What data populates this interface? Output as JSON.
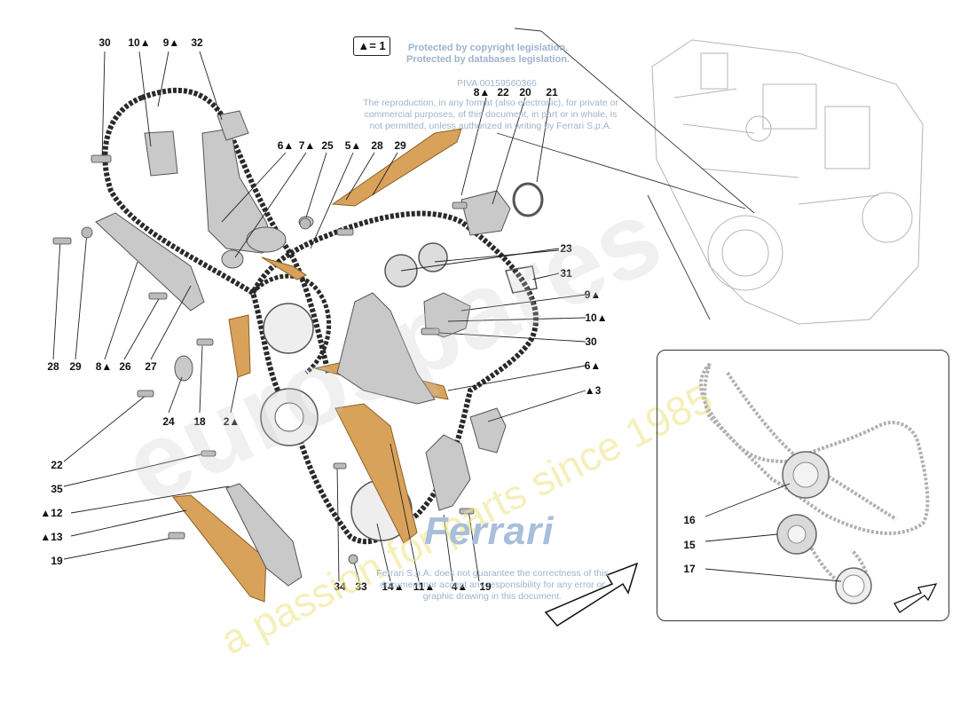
{
  "legend": {
    "label": "▲= 1"
  },
  "notices": {
    "top": "Protected by copyright legislation.\nProtected by databases legislation.",
    "piva": "PIVA 00159560366",
    "middle": "The reproduction, in any format (also electronic), for private or commercial purposes, of this document, in part or in whole, is not permitted, unless authorized in writing by Ferrari S.p.A.",
    "bottom": "Ferrari S.p.A. does not guarantee the correctness of this document nor accept any responsibility for any error or graphic drawing in this document."
  },
  "brand": "Ferrari",
  "watermark": {
    "main": "eurospares",
    "slogan": "a passion for parts since 1985"
  },
  "callouts": [
    {
      "text": "30"
    },
    {
      "text": "10▲"
    },
    {
      "text": "9▲"
    },
    {
      "text": "32"
    },
    {
      "text": "8▲"
    },
    {
      "text": "22"
    },
    {
      "text": "20"
    },
    {
      "text": "21"
    },
    {
      "text": "6▲"
    },
    {
      "text": "7▲"
    },
    {
      "text": "25"
    },
    {
      "text": "5▲"
    },
    {
      "text": "28"
    },
    {
      "text": "29"
    },
    {
      "text": "23"
    },
    {
      "text": "31"
    },
    {
      "text": "9▲"
    },
    {
      "text": "10▲"
    },
    {
      "text": "30"
    },
    {
      "text": "6▲"
    },
    {
      "text": "▲3"
    },
    {
      "text": "28"
    },
    {
      "text": "29"
    },
    {
      "text": "8▲"
    },
    {
      "text": "26"
    },
    {
      "text": "27"
    },
    {
      "text": "24"
    },
    {
      "text": "18"
    },
    {
      "text": "2▲"
    },
    {
      "text": "22"
    },
    {
      "text": "35"
    },
    {
      "text": "▲12"
    },
    {
      "text": "▲13"
    },
    {
      "text": "19"
    },
    {
      "text": "34"
    },
    {
      "text": "33"
    },
    {
      "text": "14▲"
    },
    {
      "text": "11▲"
    },
    {
      "text": "4▲"
    },
    {
      "text": "19"
    },
    {
      "text": "16"
    },
    {
      "text": "15"
    },
    {
      "text": "17"
    }
  ],
  "colors": {
    "chain": "#2a2a2a",
    "guide": "#d9a25a",
    "part": "#c9c9c9",
    "outline": "#333333",
    "watermark_blue": "#a9bedb"
  }
}
